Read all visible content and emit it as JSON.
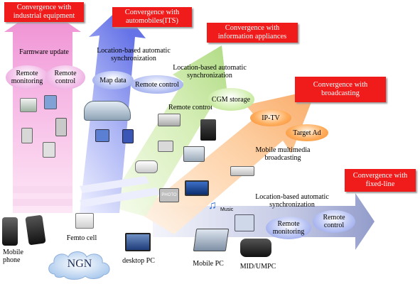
{
  "convergence_boxes": {
    "industrial": "Convergence with industrial equipment",
    "automobiles": "Convergence with automobiles(ITS)",
    "info_appliances": "Convergence with information appliances",
    "broadcasting": "Convergence with broadcasting",
    "fixed_line": "Convergence with fixed-line"
  },
  "industrial_arrow": {
    "firmware": "Farmware update",
    "remote_monitoring": "Remote monitoring",
    "remote_control": "Remote control"
  },
  "auto_arrow": {
    "location_sync": "Location-based automatic synchronization",
    "map_data": "Map data",
    "remote_control": "Remote control"
  },
  "info_arrow": {
    "location_sync": "Location-based automatic synchronization",
    "remote_control": "Remote control",
    "cgm_storage": "CGM storage"
  },
  "broadcast_arrow": {
    "iptv": "IP-TV",
    "target_ad": "Target Ad",
    "mobile_multimedia": "Mobile multimedia broadcasting"
  },
  "fixed_arrow": {
    "location_sync": "Location-based automatic synchronization",
    "remote_monitoring": "Remote monitoring",
    "remote_control": "Remote control"
  },
  "devices": {
    "mobile_phone": "Mobile phone",
    "femto_cell": "Femto cell",
    "desktop_pc": "desktop PC",
    "mobile_pc": "Mobile PC",
    "mid_umpc": "MID/UMPC",
    "ngn": "NGN",
    "music": "Music",
    "photo": "PHOTO"
  },
  "colors": {
    "red_box": "#f01b1b",
    "pink_arrow": "#f29ad8",
    "blue_arrow": "#7f8bee",
    "green_arrow": "#c6e6a0",
    "orange_arrow": "#fdbf84",
    "slate_arrow": "#a7b0d4"
  }
}
